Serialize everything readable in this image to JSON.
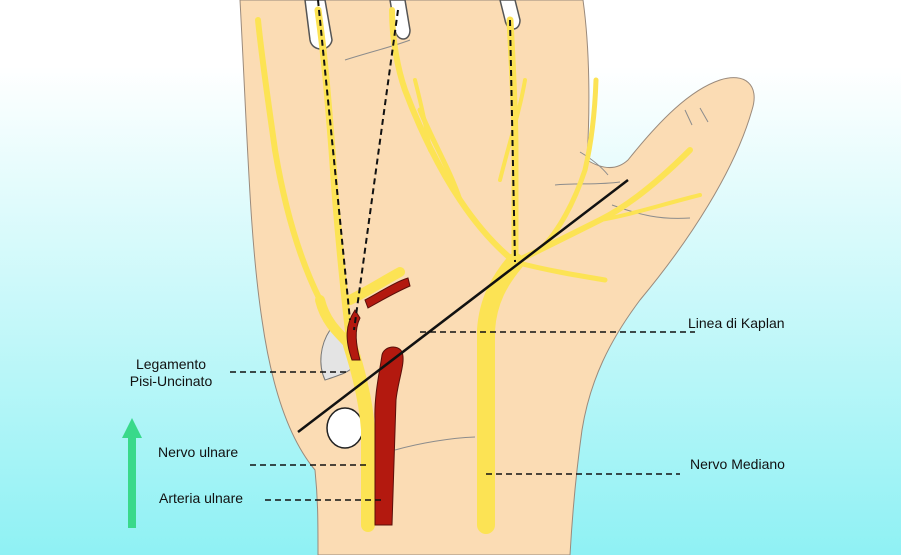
{
  "labels": {
    "kaplan_line": "Linea di Kaplan",
    "ligament_line1": "Legamento",
    "ligament_line2": "Pisi-Uncinato",
    "ulnar_nerve": "Nervo ulnare",
    "ulnar_artery": "Arteria ulnare",
    "median_nerve": "Nervo Mediano"
  },
  "colors": {
    "background_top": "#ffffff",
    "background_bottom": "#8ff1f4",
    "skin": "#fbdcb4",
    "nerve": "#fce354",
    "artery": "#b3190f",
    "arrow": "#39d98a",
    "leader": "#111111"
  },
  "icons": {
    "arrow": "up-arrow-icon"
  }
}
